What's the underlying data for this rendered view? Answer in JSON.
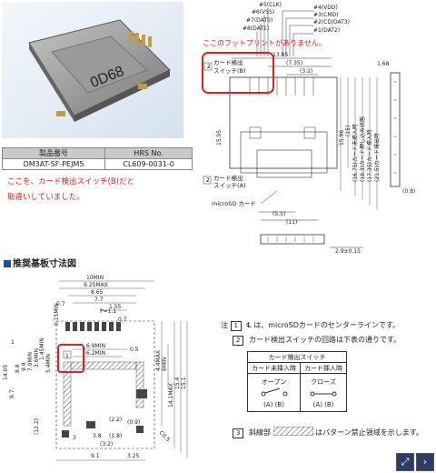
{
  "pins": [
    "#5(CLK)",
    "#4(VDD)",
    "#6(VSS)",
    "#3(CMD)",
    "#7(DAT0)",
    "#2(CD/DAT3)",
    "#8(DAT1)",
    "#1(DAT2)"
  ],
  "footprint_note": "ここのフットプリントがありません。",
  "product_table": {
    "headers": [
      "製品番号",
      "HRS No."
    ],
    "row": [
      "DM3AT-SF-PEJM5",
      "CL609-0031-0"
    ]
  },
  "product_note_1": "ここを、カード検出スイッチ(B)だと",
  "product_note_2": "勘違いしていました。",
  "section_title": "推奨基板寸法図",
  "top_drawing": {
    "switch_label_1": "カード検出",
    "switch_label_2": "スイッチ(B)",
    "switch_label_3": "カード検出",
    "switch_label_4": "スイッチ(A)",
    "microsd_label": "microSD カード",
    "dims": [
      "13.85",
      "(7.35)",
      "(3.2)",
      "1.68",
      "15.95",
      "15.96",
      "(15)",
      "(16.75)カード未挿入時",
      "(18.3)カード押し込み状態",
      "(17.35)カード挿入時",
      "(21.5)カード排出時",
      "(0.8)",
      "(5.5)",
      "(11)",
      "2.9±0.15",
      "1",
      "2"
    ]
  },
  "bottom_drawing": {
    "dims": [
      "10MIN",
      "9.25MAX",
      "8.65",
      "7.7",
      "1.55",
      "P=1.1",
      "0.7",
      "0.7",
      "6.9MIN",
      "6.2MIN",
      "0.5",
      "0.15MIN",
      "1.45MIN",
      "3.6MIN",
      "7.9MIN",
      "9.9",
      "5.4MIN",
      "8.8",
      "14.05",
      "9.7",
      "(12.2)",
      "1",
      "4.4MAX",
      "6MIN",
      "14.1MAX",
      "15.4",
      "15.1",
      "(2.2)",
      "(0.9)",
      "C0.5",
      "3.8",
      "(1.8)",
      "3",
      "(3.2)",
      "9.1",
      "3.25",
      "1",
      "2",
      "3"
    ]
  },
  "notes": {
    "note1_tag": "1",
    "note1_text": "は、microSDカードのセンターラインです。",
    "note1_sym": "℄",
    "note_prefix": "注",
    "note2_tag": "2",
    "note2_text": "カード検出スイッチの回路は下表の通りです。",
    "note3_tag": "3",
    "note3_text_a": "斜線部",
    "note3_text_b": "はパターン禁止領域を示します。"
  },
  "switch_table": {
    "title": "カード検出スイッチ",
    "col1": "カード未挿入時",
    "col2": "カード挿入時",
    "state1": "オープン",
    "state2": "クローズ",
    "a": "(A)",
    "b": "(B)"
  },
  "photo_marking": "0D68",
  "nav": {
    "expand": "⤢",
    "next": "›"
  },
  "colors": {
    "red": "#e02020",
    "blue": "#1a4fa0",
    "line": "#333333"
  }
}
